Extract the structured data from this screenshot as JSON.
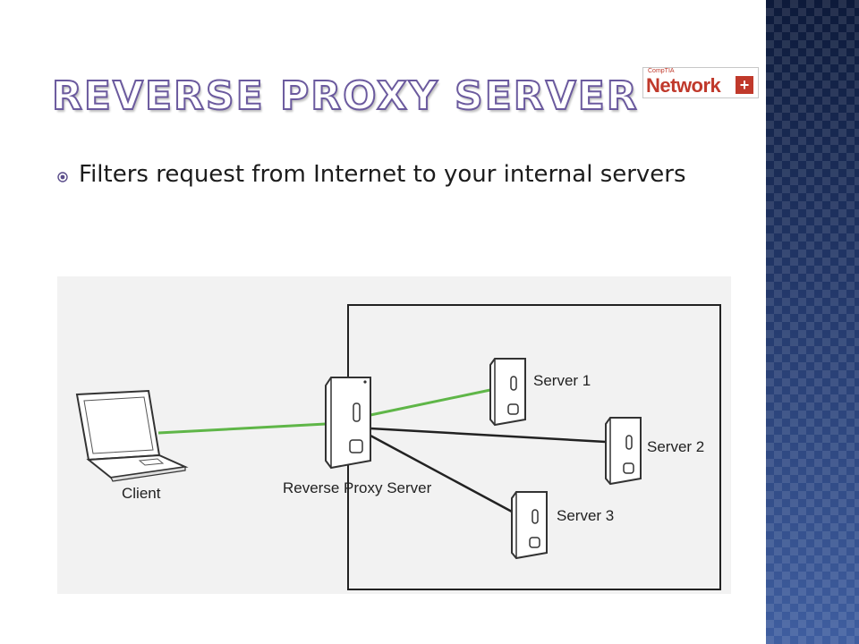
{
  "slide": {
    "title": "Reverse Proxy Server",
    "bullets": [
      "Filters request from Internet to your internal servers"
    ],
    "logo": {
      "small_text": "CompTIA",
      "text": "Network",
      "plus": "+"
    }
  },
  "diagram": {
    "client_label": "Client",
    "proxy_label": "Reverse Proxy Server",
    "server1_label": "Server 1",
    "server2_label": "Server 2",
    "server3_label": "Server 3"
  },
  "colors": {
    "accent_title": "#6b5a9e",
    "link_green": "#5fb648",
    "logo_red": "#c0392b",
    "sidebar": "#2a3d6e"
  }
}
